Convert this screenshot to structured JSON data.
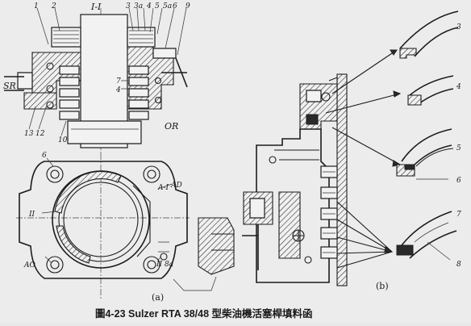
{
  "labels": {
    "section": "I-I",
    "l1": "1",
    "l2": "2",
    "l3": "3",
    "l3a": "3a",
    "l4": "4",
    "l5": "5",
    "l5a": "5a",
    "l6": "6",
    "l9": "9",
    "l7": "7",
    "l4b": "4",
    "sr": "SR",
    "or": "OR",
    "l13": "13",
    "l12": "12",
    "l10": "10",
    "l6b": "6",
    "a_i": "A-I",
    "ad": "AD",
    "ii": "II",
    "ao": "AO",
    "ii8a": "II 8a",
    "r3": "3",
    "r4": "4",
    "r5": "5",
    "r6": "6",
    "r7": "7",
    "r8": "8",
    "sub_a": "(a)",
    "sub_b": "(b)"
  },
  "caption": "圖4-23  Sulzer RTA 38/48 型柴油機活塞桿填料函",
  "colors": {
    "paper": "#ececec",
    "ink": "#1c1c1c"
  }
}
